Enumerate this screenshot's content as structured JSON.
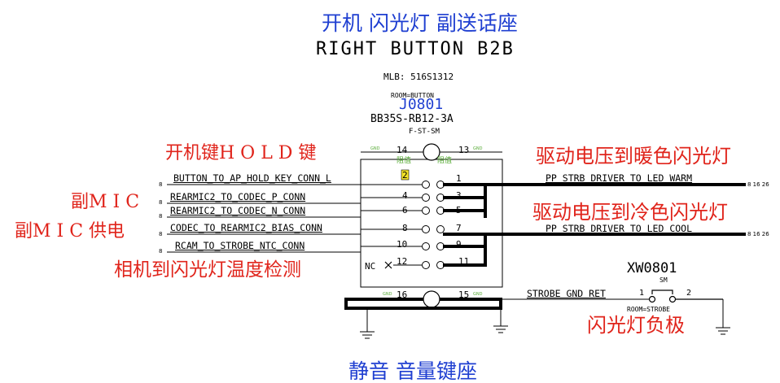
{
  "header": {
    "title_cn": "开机   闪光灯   副送话座",
    "title_en": "RIGHT BUTTON B2B",
    "mlb": "MLB: 516S1312"
  },
  "connector": {
    "room": "ROOM=BUTTON",
    "refdes": "J0801",
    "part": "BB35S-RB12-3A",
    "footprint": "F-ST-SM",
    "resistance_left": "阻值",
    "resistance_right": "阻值",
    "pins": {
      "p14": "14",
      "p13": "13",
      "p2": "2",
      "p1": "1",
      "p4": "4",
      "p3": "3",
      "p6": "6",
      "p5": "5",
      "p8": "8",
      "p7": "7",
      "p10": "10",
      "p9": "9",
      "p12": "12",
      "p11": "11",
      "p16": "16",
      "p15": "15"
    },
    "gnd_label": "GND",
    "nc_label": "NC"
  },
  "left_signals": {
    "hold_key": "BUTTON_TO_AP_HOLD_KEY_CONN_L",
    "mic_p": "REARMIC2_TO_CODEC_P_CONN",
    "mic_n": "REARMIC2_TO_CODEC_N_CONN",
    "mic_bias": "CODEC_TO_REARMIC2_BIAS_CONN",
    "ntc": "RCAM_TO_STROBE_NTC_CONN",
    "page_ref": "8"
  },
  "right_signals": {
    "warm": "PP_STRB_DRIVER_TO_LED_WARM",
    "cool": "PP_STRB_DRIVER_TO_LED_COOL",
    "warm_refs": "8 16 26",
    "cool_refs": "8 16 26",
    "strobe_gnd": "STROBE_GND_RET"
  },
  "xw": {
    "refdes": "XW0801",
    "type": "SM",
    "room": "ROOM=STROBE",
    "pin1": "1",
    "pin2": "2"
  },
  "annotations": {
    "hold_key": "开机键H O L D 键",
    "sub_mic": "副M I C",
    "sub_mic_power": "副M I C 供电",
    "warm": "驱动电压到暖色闪光灯",
    "cool": "驱动电压到冷色闪光灯",
    "temp": "相机到闪光灯温度检测",
    "strobe_neg": "闪光灯负极",
    "footer": "静音   音量键座"
  },
  "colors": {
    "annotation_red": "#e0241b",
    "title_blue": "#1f3fd1",
    "wire_black": "#000000",
    "pin_highlight": "#f5e52a"
  }
}
